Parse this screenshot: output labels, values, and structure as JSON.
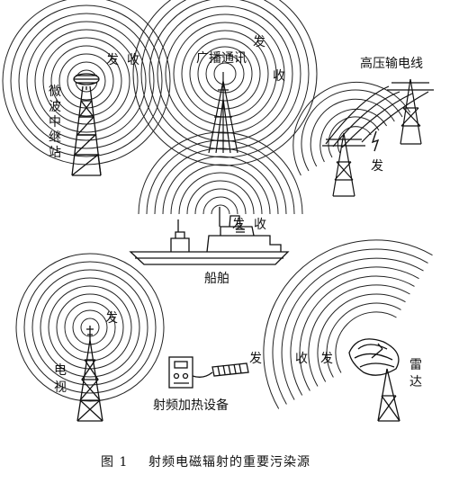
{
  "labels": {
    "microwave_station": [
      "微",
      "波",
      "中",
      "继",
      "站"
    ],
    "broadcast": "广播通讯",
    "high_voltage_line": "高压输电线",
    "ship": "船舶",
    "tv": [
      "电",
      "视"
    ],
    "rf_heating": "射频加热设备",
    "radar": [
      "雷",
      "达"
    ],
    "send": "发",
    "receive": "收"
  },
  "caption": {
    "figure_no": "图 1",
    "title": "射频电磁辐射的重要污染源"
  }
}
